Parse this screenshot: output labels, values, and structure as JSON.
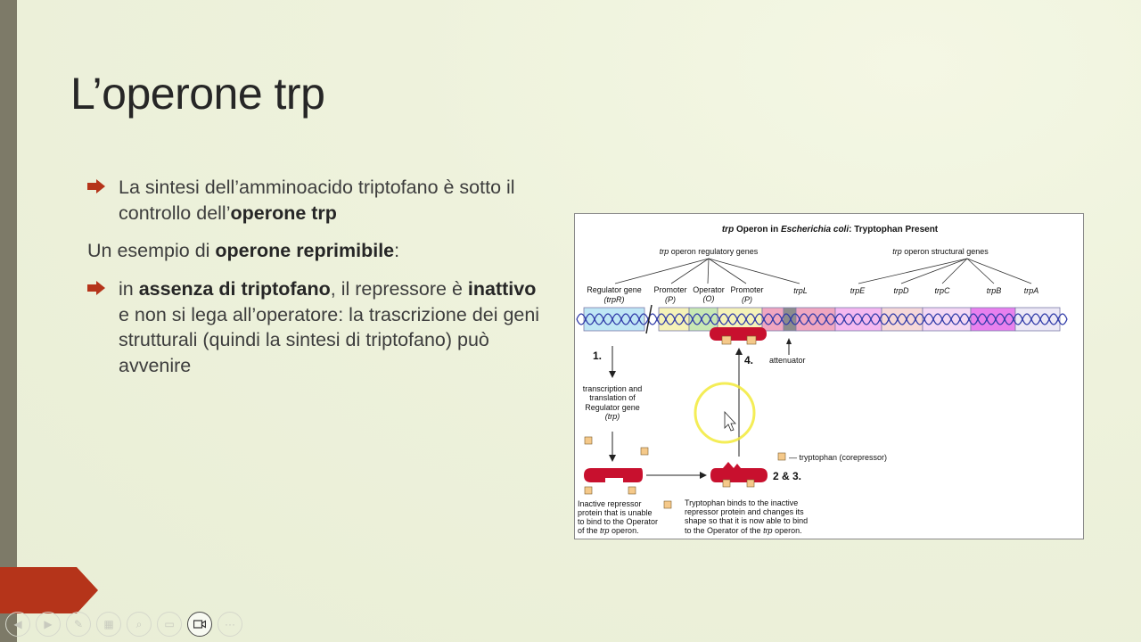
{
  "slide": {
    "title": "L’operone trp",
    "bullet1": {
      "pre": "La sintesi dell’amminoacido triptofano è sotto il controllo dell’",
      "bold": "operone trp"
    },
    "para": {
      "pre": "Un esempio di ",
      "bold": "operone reprimibile",
      "post": ":"
    },
    "bullet2": {
      "pre": "in ",
      "bold1": "assenza di triptofano",
      "mid": ", il repressore è ",
      "bold2": "inattivo",
      "post": " e non si lega all’operatore: la trascrizione dei geni strutturali (quindi la sintesi di triptofano) può avvenire"
    }
  },
  "figure": {
    "title_pre": "trp",
    "title_mid": " Operon in ",
    "title_species": "Escherichia coli",
    "title_post": ": Tryptophan Present",
    "regulatory_pre": "trp",
    "regulatory_post": " operon regulatory genes",
    "structural_pre": "trp",
    "structural_post": " operon structural genes",
    "regulator_gene": "Regulator gene",
    "regulator_gene_sub": "(trpR)",
    "promoter1": "Promoter",
    "promoter1_sub": "(P)",
    "operator": "Operator",
    "operator_sub": "(O)",
    "promoter2": "Promoter",
    "promoter2_sub": "(P)",
    "genes": [
      "trpL",
      "trpE",
      "trpD",
      "trpC",
      "trpB",
      "trpA"
    ],
    "step1": "1.",
    "step4": "4.",
    "step23": "2 & 3.",
    "attenuator": "attenuator",
    "transcription_lines": [
      "transcription and",
      "translation of",
      "Regulator gene",
      "(trp)"
    ],
    "tryptophan_legend": "— tryptophan (corepressor)",
    "inactive_lines": [
      "Inactive repressor",
      "protein that is unable",
      "to bind to the Operator"
    ],
    "inactive_last_pre": "of the ",
    "inactive_last_it": "trp",
    "inactive_last_post": " operon.",
    "binds_lines": [
      "Tryptophan binds to the inactive",
      "repressor protein and changes its",
      "shape so that it is now able to bind"
    ],
    "binds_last_pre": "to the Operator of the ",
    "binds_last_it": "trp",
    "binds_last_post": " operon."
  },
  "colors": {
    "accent": "#b5341a",
    "repressor": "#c8102e",
    "tryptophan": "#f5c98a"
  },
  "toolbar": [
    "prev-icon",
    "next-icon",
    "pen-icon",
    "slides-icon",
    "zoom-icon",
    "subtitles-icon",
    "camera-icon",
    "more-icon"
  ]
}
